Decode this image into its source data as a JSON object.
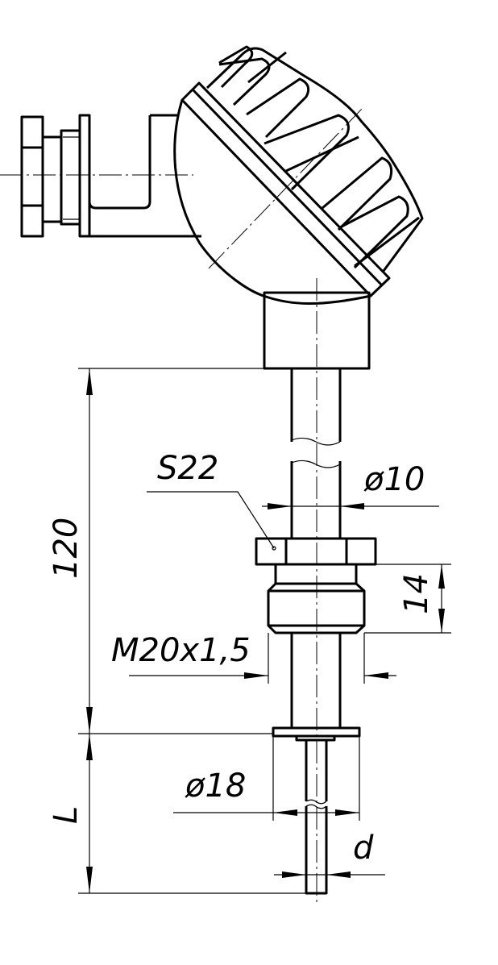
{
  "drawing": {
    "labels": {
      "hex_size": "S22",
      "tube_diameter": "ø10",
      "length_120": "120",
      "thread_length": "14",
      "thread": "M20x1,5",
      "flange_diameter": "ø18",
      "immersion_length": "L",
      "probe_diameter": "d"
    }
  }
}
